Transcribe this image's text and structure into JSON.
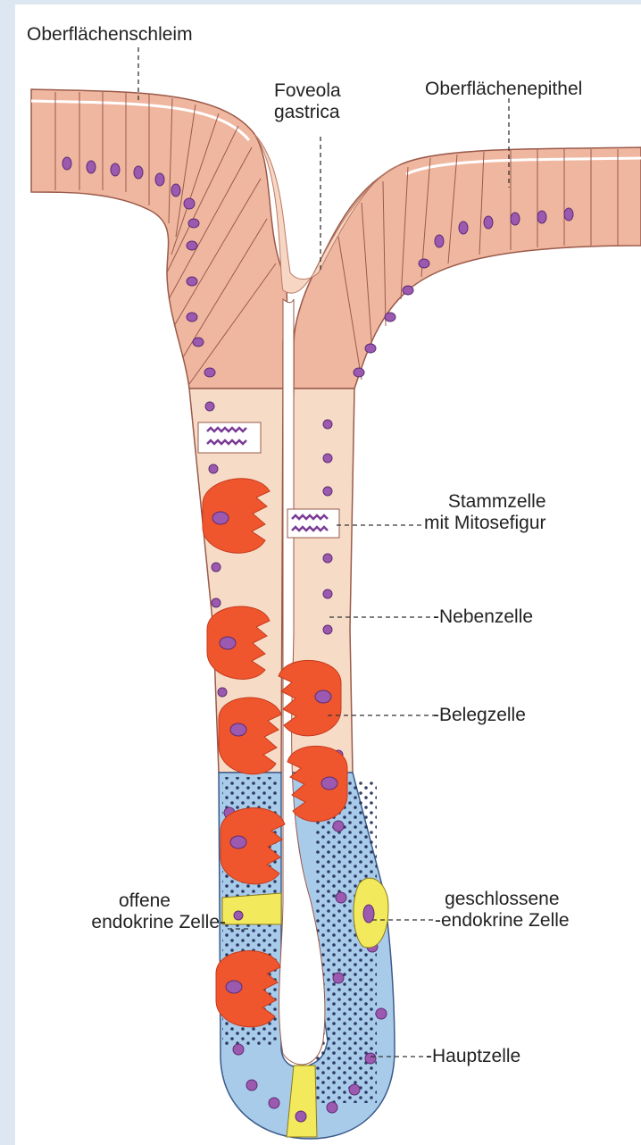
{
  "labels": {
    "oberflaechenschleim": "Oberflächenschleim",
    "foveola_line1": "Foveola",
    "foveola_line2": "gastrica",
    "oberflaechenepithel": "Oberflächenepithel",
    "stammzelle_line1": "Stammzelle",
    "stammzelle_line2": "mit Mitosefigur",
    "nebenzelle": "-Nebenzelle",
    "belegzelle": "-Belegzelle",
    "offene_line1": "offene",
    "offene_line2": "endokrine Zelle-",
    "geschlossene_line1": "geschlossene",
    "geschlossene_line2": "-endokrine Zelle",
    "hauptzelle": "-Hauptzelle"
  },
  "colors": {
    "page_border": "#dde7f2",
    "surface_epithelium": "#f0b7a0",
    "mucus": "#f7d6c3",
    "neck_zone": "#f6dcc7",
    "base_zone": "#a9cbea",
    "parietal_cell": "#f0562e",
    "endocrine_cell": "#f2ea5c",
    "nucleus": "#9b5ab0",
    "granules": "#1e2a55"
  }
}
